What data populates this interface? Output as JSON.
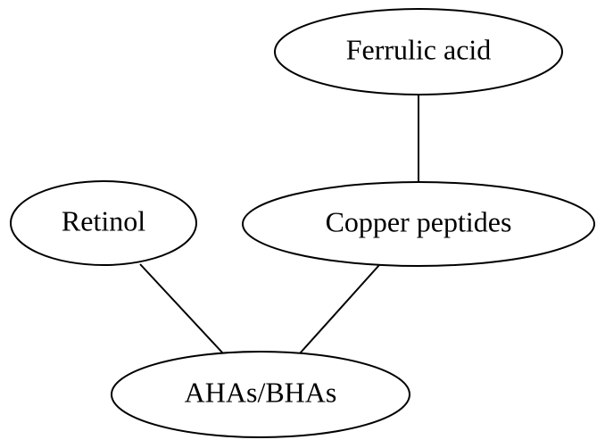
{
  "nodes": [
    {
      "id": "ferrulic",
      "label": "Ferrulic acid"
    },
    {
      "id": "copper",
      "label": "Copper peptides"
    },
    {
      "id": "retinol",
      "label": "Retinol"
    },
    {
      "id": "ahas",
      "label": "AHAs/BHAs"
    }
  ],
  "edges": [
    {
      "from": "ferrulic",
      "to": "copper"
    },
    {
      "from": "retinol",
      "to": "ahas"
    },
    {
      "from": "copper",
      "to": "ahas"
    }
  ]
}
